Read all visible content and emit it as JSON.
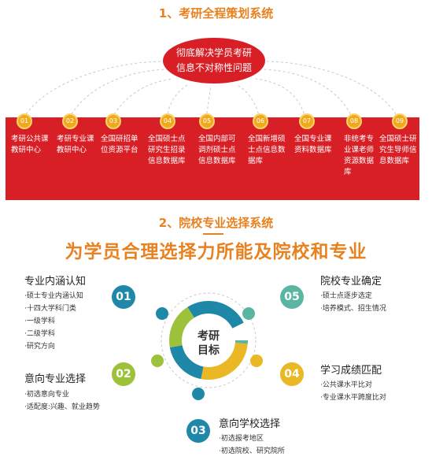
{
  "section1": {
    "title": "1、考研全程策划系统",
    "hub": [
      "彻底解决学员考研",
      "信息不对称性问题"
    ],
    "items": [
      {
        "num": "01",
        "text": "考研公共课教研中心"
      },
      {
        "num": "02",
        "text": "考研专业课教研中心"
      },
      {
        "num": "03",
        "text": "全国研招单位资源平台"
      },
      {
        "num": "04",
        "text": "全国硕士点研究生招录信息数据库"
      },
      {
        "num": "05",
        "text": "全国内部可调剂硕士点信息数据库"
      },
      {
        "num": "06",
        "text": "全国新增硕士点信息数据库"
      },
      {
        "num": "07",
        "text": "全国专业课资料数据库"
      },
      {
        "num": "08",
        "text": "非统考专业课老师资源数据库"
      },
      {
        "num": "09",
        "text": "全国硕士研究生导师信息数据库"
      }
    ]
  },
  "section2": {
    "title": "2、院校专业选择系统",
    "headline": "为学员合理选择力所能及院校和专业",
    "center": [
      "考研",
      "目标"
    ],
    "nodes": [
      {
        "num": "01",
        "title": "专业内涵认知",
        "items": [
          "·硕士专业内涵认知",
          "·十四大学科门类",
          "·一级学科",
          "·二级学科",
          "·研究方向"
        ]
      },
      {
        "num": "02",
        "title": "意向专业选择",
        "items": [
          "·初选意向专业",
          "·适配度:兴趣、就业趋势"
        ]
      },
      {
        "num": "03",
        "title": "意向学校选择",
        "items": [
          "·初选报考地区",
          "·初选院校、研究院所"
        ]
      },
      {
        "num": "04",
        "title": "学习成绩匹配",
        "items": [
          "·公共课水平比对",
          "·专业课水平跨度比对"
        ]
      },
      {
        "num": "05",
        "title": "院校专业确定",
        "items": [
          "·硕士点逐步选定",
          "·培养模式、招生情况"
        ]
      }
    ]
  },
  "colors": {
    "red": "#d81f26",
    "orange": "#e8811f",
    "teal": "#5bb5a3",
    "blue": "#1f87a8",
    "green": "#9cc13a",
    "yellow": "#e9b824"
  }
}
